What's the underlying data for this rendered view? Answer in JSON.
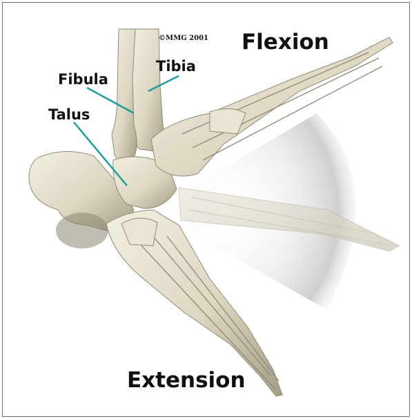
{
  "labels": {
    "fibula": "Fibula",
    "tibia": "Tibia",
    "talus": "Talus",
    "flexion": "Flexion",
    "extension": "Extension",
    "copyright": "©MMG 2001"
  },
  "colors": {
    "bone": "#e2ddcb",
    "bone_shadow": "#a8a28c",
    "leader_line": "#1a9e9a",
    "text": "#111111",
    "motion_shadow": "#b5b5b5"
  }
}
